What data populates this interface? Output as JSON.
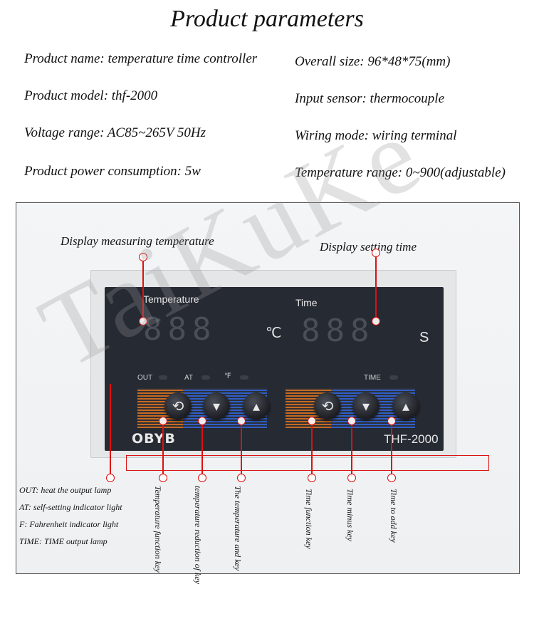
{
  "title": "Product parameters",
  "params": {
    "name": "Product name: temperature time controller",
    "size": "Overall size: 96*48*75(mm)",
    "model": "Product model: thf-2000",
    "sensor": "Input sensor: thermocouple",
    "voltage": "Voltage range: AC85~265V 50Hz",
    "wiring": "Wiring mode: wiring terminal",
    "power": "Product power consumption: 5w",
    "temp_range": "Temperature range: 0~900(adjustable)"
  },
  "annotations": {
    "display_temp": "Display measuring temperature",
    "display_time": "Display setting time"
  },
  "panel": {
    "temp_label": "Temperature",
    "time_label": "Time",
    "temp_digits": "888",
    "time_digits": "888",
    "celsius": "℃",
    "seconds": "S",
    "out": "OUT",
    "at": "AT",
    "fahrenheit": "℉",
    "time_ind": "TIME",
    "brand": "OBYB",
    "model": "THF-2000"
  },
  "icons": {
    "function": "loop-arrow-icon",
    "down": "double-chevron-down-icon",
    "up": "double-chevron-up-icon"
  },
  "legend": {
    "out": "OUT: heat the output lamp",
    "at": "AT: self-setting indicator light",
    "f": "F: Fahrenheit indicator light",
    "time": "TIME: TIME output lamp"
  },
  "keys": {
    "temp_function": "Temperature function key",
    "temp_reduction": "temperature reduction of key",
    "temp_and": "The temperature and key",
    "time_function": "Time function key",
    "time_minus": "Time minus key",
    "time_add": "Time to add key"
  },
  "watermark": "TaiKuKe",
  "colors": {
    "accent": "#dd1111",
    "panel": "#262a33",
    "orange": "#c66a22",
    "blue": "#2f5fc8"
  }
}
